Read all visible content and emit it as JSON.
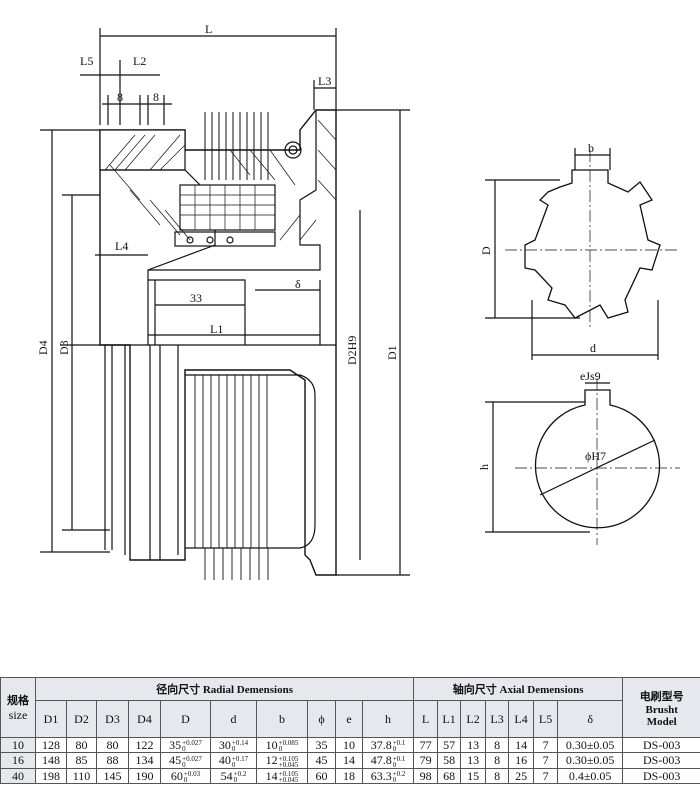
{
  "drawing": {
    "labels": {
      "L": "L",
      "L5": "L5",
      "L2": "L2",
      "eight_a": "8",
      "eight_b": "8",
      "L3": "L3",
      "L4": "L4",
      "thirtythree": "33",
      "delta": "δ",
      "L1": "L1",
      "D4": "D4",
      "D3": "D3",
      "D2H9": "D2H9",
      "D1": "D1",
      "b": "b",
      "D": "D",
      "d": "d",
      "eJs9": "eJs9",
      "phiH7": "ϕH7",
      "h": "h"
    }
  },
  "table": {
    "size_header_cn": "规格",
    "size_header_en": "size",
    "radial_header": "径向尺寸 Radial Demensions",
    "axial_header": "轴向尺寸 Axial Demensions",
    "brush_header_cn": "电刷型号",
    "brush_header_en1": "Brusht",
    "brush_header_en2": "Model",
    "columns": [
      "D1",
      "D2",
      "D3",
      "D4",
      "D",
      "d",
      "b",
      "ϕ",
      "e",
      "h",
      "L",
      "L1",
      "L2",
      "L3",
      "L4",
      "L5",
      "δ"
    ],
    "rows": [
      {
        "size": "10",
        "D1": "128",
        "D2": "80",
        "D3": "80",
        "D4": "122",
        "D": "35",
        "D_tol": [
          "+0.027",
          "0"
        ],
        "d": "30",
        "d_tol": [
          "+0.14",
          "0"
        ],
        "b": "10",
        "b_tol": [
          "+0.085",
          "0"
        ],
        "phi": "35",
        "e": "10",
        "h": "37.8",
        "h_tol": [
          "+0.1",
          "0"
        ],
        "L": "77",
        "L1": "57",
        "L2": "13",
        "L3": "8",
        "L4": "14",
        "L5": "7",
        "delta": "0.30±0.05",
        "brush": "DS-003"
      },
      {
        "size": "16",
        "D1": "148",
        "D2": "85",
        "D3": "88",
        "D4": "134",
        "D": "45",
        "D_tol": [
          "+0.027",
          "0"
        ],
        "d": "40",
        "d_tol": [
          "+0.17",
          "0"
        ],
        "b": "12",
        "b_tol": [
          "+0.105",
          "+0.045"
        ],
        "phi": "45",
        "e": "14",
        "h": "47.8",
        "h_tol": [
          "+0.1",
          "0"
        ],
        "L": "79",
        "L1": "58",
        "L2": "13",
        "L3": "8",
        "L4": "16",
        "L5": "7",
        "delta": "0.30±0.05",
        "brush": "DS-003"
      },
      {
        "size": "40",
        "D1": "198",
        "D2": "110",
        "D3": "145",
        "D4": "190",
        "D": "60",
        "D_tol": [
          "+0.03",
          "0"
        ],
        "d": "54",
        "d_tol": [
          "+0.2",
          "0"
        ],
        "b": "14",
        "b_tol": [
          "+0.105",
          "+0.045"
        ],
        "phi": "60",
        "e": "18",
        "h": "63.3",
        "h_tol": [
          "+0.2",
          "0"
        ],
        "L": "98",
        "L1": "68",
        "L2": "15",
        "L3": "8",
        "L4": "25",
        "L5": "7",
        "delta": "0.4±0.05",
        "brush": "DS-003"
      }
    ]
  }
}
